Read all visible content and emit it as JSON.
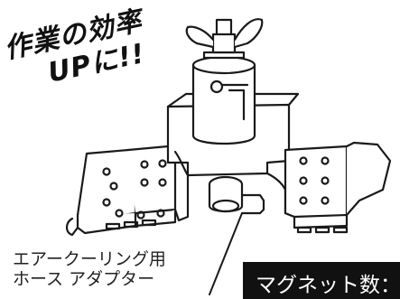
{
  "headline": {
    "line1": "作業の効率",
    "line2": "UPに!!"
  },
  "caption": {
    "line1": "エアークーリング用",
    "line2": "ホース アダプター"
  },
  "banner": {
    "text": "マグネット数："
  }
}
